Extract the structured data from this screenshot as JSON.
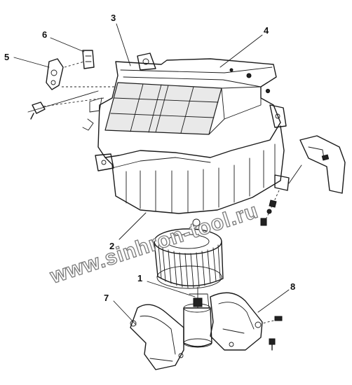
{
  "callouts": [
    {
      "id": "c1",
      "label": "1"
    },
    {
      "id": "c2",
      "label": "2"
    },
    {
      "id": "c3",
      "label": "3"
    },
    {
      "id": "c4",
      "label": "4"
    },
    {
      "id": "c5",
      "label": "5"
    },
    {
      "id": "c6",
      "label": "6"
    },
    {
      "id": "c7",
      "label": "7"
    },
    {
      "id": "c8",
      "label": "8"
    }
  ],
  "watermark": "www.sinhron-tool.ru",
  "colors": {
    "ink": "#1a1a1a",
    "watermark_outline": "#7a7a7a",
    "background": "#ffffff"
  }
}
